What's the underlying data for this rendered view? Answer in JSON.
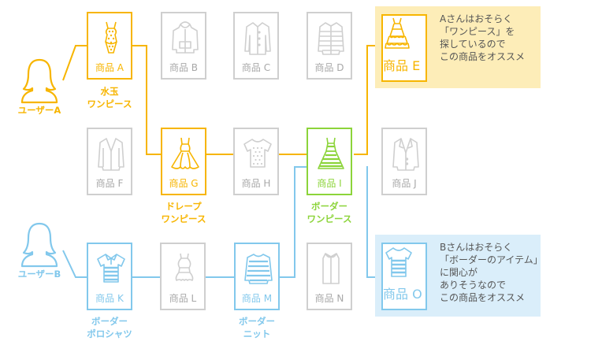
{
  "colors": {
    "orange": "#f7b500",
    "green": "#8cd43a",
    "blue": "#82c8ec",
    "gray": "#cfcfcf"
  },
  "users": {
    "a": {
      "name": "ユーザーA"
    },
    "b": {
      "name": "ユーザーB"
    }
  },
  "products": {
    "a": {
      "caption": "商品 A",
      "icon": "dotted-dress-icon"
    },
    "b": {
      "caption": "商品 B",
      "icon": "hoodie-icon"
    },
    "c": {
      "caption": "商品 C",
      "icon": "shirt-icon"
    },
    "d": {
      "caption": "商品 D",
      "icon": "down-jacket-icon"
    },
    "e": {
      "caption": "商品 E",
      "icon": "ruffle-dress-icon"
    },
    "f": {
      "caption": "商品 F",
      "icon": "cardigan-icon"
    },
    "g": {
      "caption": "商品 G",
      "icon": "drape-dress-icon"
    },
    "h": {
      "caption": "商品 H",
      "icon": "dotted-tshirt-icon"
    },
    "i": {
      "caption": "商品 I",
      "icon": "striped-dress-icon"
    },
    "j": {
      "caption": "商品 J",
      "icon": "blazer-icon"
    },
    "k": {
      "caption": "商品 K",
      "icon": "striped-polo-icon"
    },
    "l": {
      "caption": "商品 L",
      "icon": "peplum-top-icon"
    },
    "m": {
      "caption": "商品 M",
      "icon": "striped-knit-icon"
    },
    "n": {
      "caption": "商品 N",
      "icon": "vest-icon"
    },
    "o": {
      "caption": "商品 O",
      "icon": "striped-tshirt-icon"
    }
  },
  "labels": {
    "a": [
      "水玉",
      "ワンピース"
    ],
    "g": [
      "ドレープ",
      "ワンピース"
    ],
    "i": [
      "ボーダー",
      "ワンピース"
    ],
    "k": [
      "ボーダー",
      "ポロシャツ"
    ],
    "m": [
      "ボーダー",
      "ニット"
    ]
  },
  "callouts": {
    "a": {
      "lines": [
        "Aさんはおそらく",
        "「ワンピース」を",
        "探しているので",
        "この商品をオススメ"
      ],
      "background": "#fdedb8"
    },
    "b": {
      "lines": [
        "Bさんはおそらく",
        "「ボーダーのアイテム」",
        "に関心が",
        "ありそうなので",
        "この商品をオススメ"
      ],
      "background": "#daeefa"
    }
  }
}
